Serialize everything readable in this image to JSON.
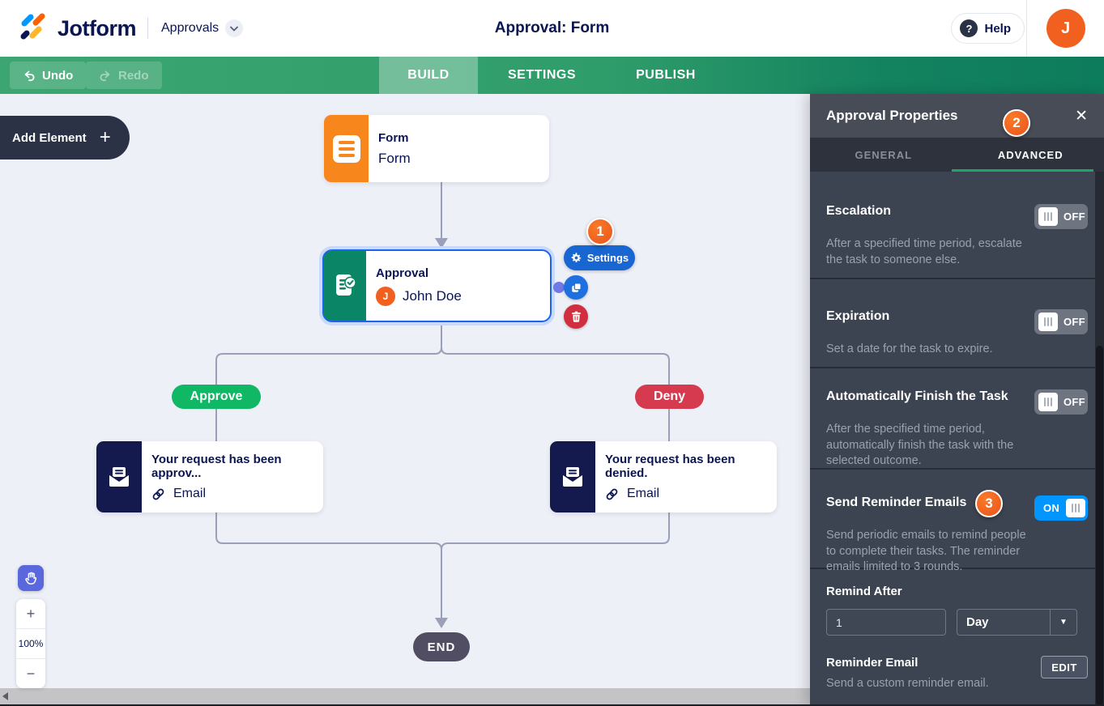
{
  "header": {
    "brand": "Jotform",
    "nav_label": "Approvals",
    "title": "Approval: Form",
    "help_label": "Help",
    "avatar_initial": "J"
  },
  "toolbar": {
    "undo_label": "Undo",
    "redo_label": "Redo",
    "tabs": [
      {
        "label": "BUILD",
        "active": true
      },
      {
        "label": "SETTINGS",
        "active": false
      },
      {
        "label": "PUBLISH",
        "active": false
      }
    ]
  },
  "canvas": {
    "add_element_label": "Add Element",
    "nodes": {
      "form": {
        "title": "Form",
        "subtitle": "Form"
      },
      "approval": {
        "title": "Approval",
        "assignee": "John Doe",
        "avatar_initial": "J",
        "settings_label": "Settings",
        "badge": "1"
      },
      "approve_label": "Approve",
      "deny_label": "Deny",
      "email_approved": {
        "title": "Your request has been approv...",
        "subtitle": "Email"
      },
      "email_denied": {
        "title": "Your request has been denied.",
        "subtitle": "Email"
      },
      "end_label": "END"
    },
    "zoom_controls": {
      "zoom_in": "+",
      "zoom_level": "100%",
      "zoom_out": "−"
    }
  },
  "panel": {
    "title": "Approval Properties",
    "badge": "2",
    "tabs": [
      {
        "label": "GENERAL",
        "active": false
      },
      {
        "label": "ADVANCED",
        "active": true
      }
    ],
    "sections": [
      {
        "title": "Escalation",
        "description": "After a specified time period, escalate the task to someone else.",
        "toggle": "OFF"
      },
      {
        "title": "Expiration",
        "description": "Set a date for the task to expire.",
        "toggle": "OFF"
      },
      {
        "title": "Automatically Finish the Task",
        "description": "After the specified time period, automatically finish the task with the selected outcome.",
        "toggle": "OFF"
      },
      {
        "title": "Send Reminder Emails",
        "badge": "3",
        "description": "Send periodic emails to remind people to complete their tasks. The reminder emails limited to 3 rounds.",
        "toggle": "ON"
      }
    ],
    "remind_after": {
      "label": "Remind After",
      "value": "1",
      "unit": "Day"
    },
    "reminder_email": {
      "label": "Reminder Email",
      "description": "Send a custom reminder email.",
      "button": "EDIT"
    }
  },
  "icons": {
    "plus": "+",
    "close": "✕",
    "dropdown_arrow": "▼",
    "help_q": "?"
  },
  "colors": {
    "brand_navy": "#0a1551",
    "toolbar_green": "#2f9d6a",
    "accent_orange": "#f2601f",
    "toggle_on_blue": "#0095ff",
    "approve_green": "#10b765",
    "deny_red": "#d63a4f",
    "settings_blue": "#1766d1",
    "panel_bg": "#3d4451"
  }
}
